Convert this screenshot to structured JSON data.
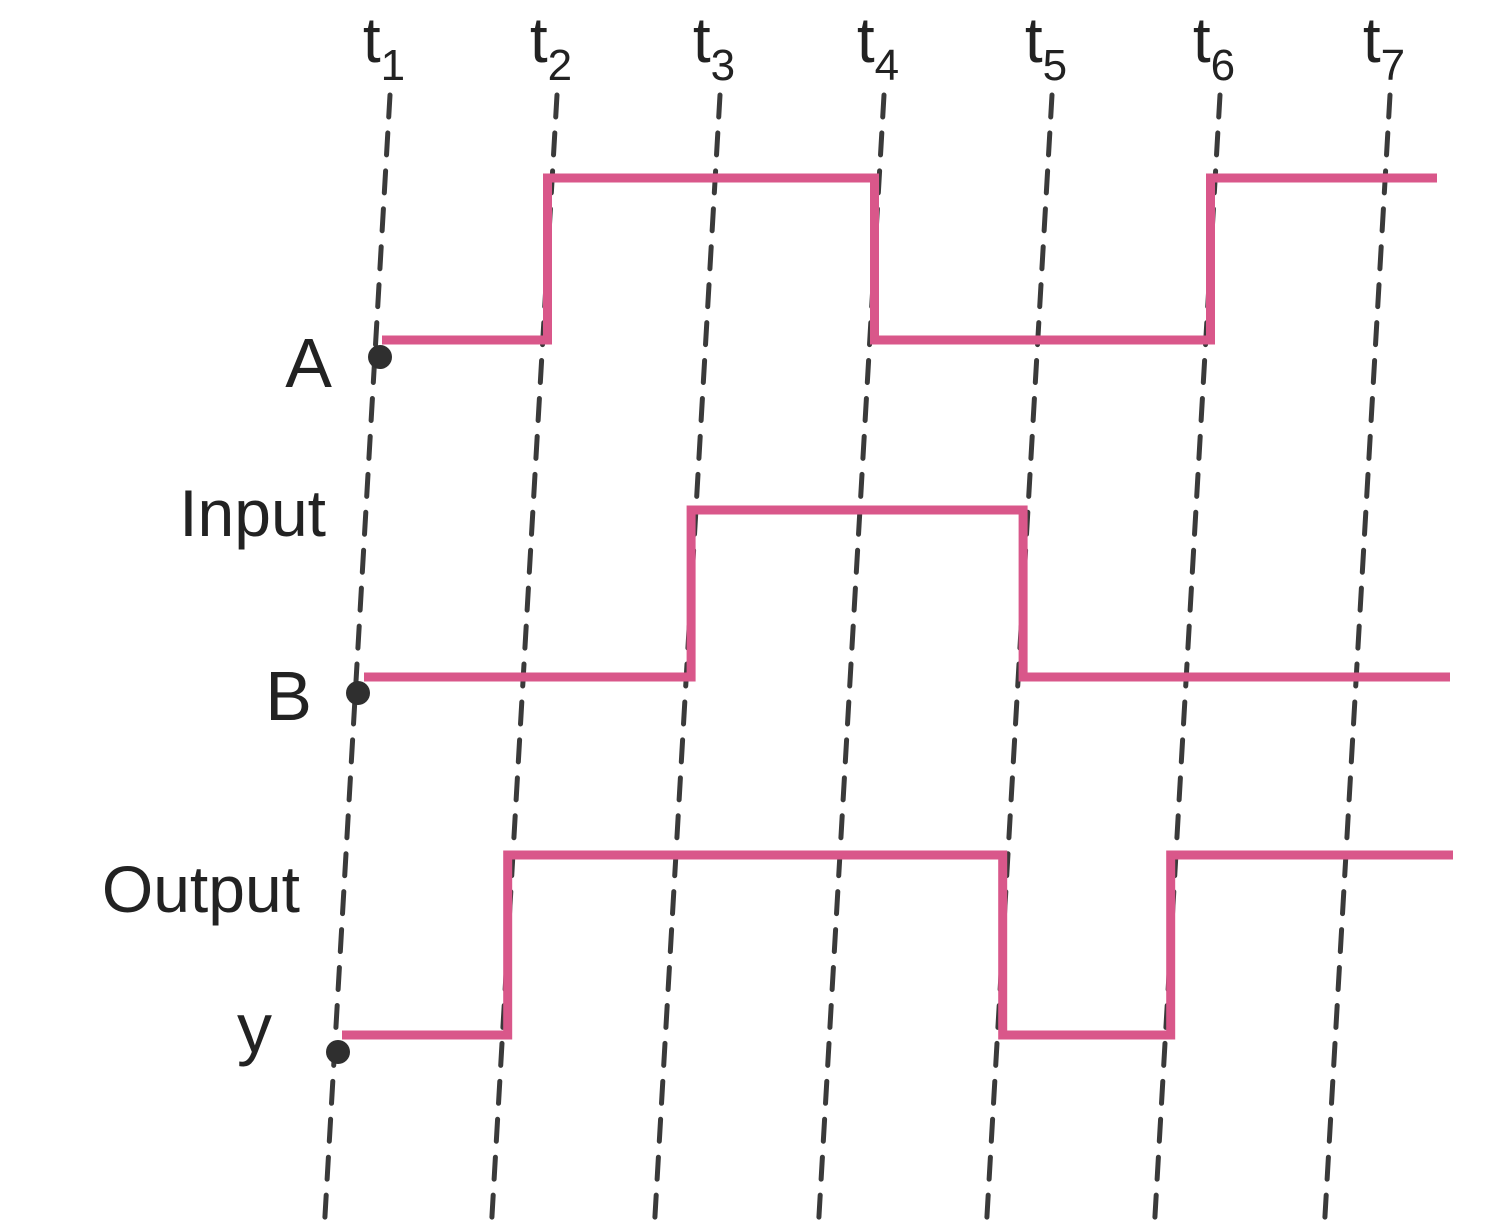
{
  "diagram": {
    "type": "timing-diagram",
    "time_markers": [
      {
        "base": "t",
        "sub": "1"
      },
      {
        "base": "t",
        "sub": "2"
      },
      {
        "base": "t",
        "sub": "3"
      },
      {
        "base": "t",
        "sub": "4"
      },
      {
        "base": "t",
        "sub": "5"
      },
      {
        "base": "t",
        "sub": "6"
      },
      {
        "base": "t",
        "sub": "7"
      }
    ],
    "signals": [
      {
        "name": "A",
        "levels": [
          0,
          1,
          1,
          0,
          0,
          1,
          1
        ]
      },
      {
        "name": "B",
        "levels": [
          0,
          0,
          1,
          1,
          0,
          0,
          0
        ]
      },
      {
        "name": "y",
        "levels": [
          0,
          1,
          1,
          1,
          0,
          1,
          1
        ]
      }
    ],
    "group_labels": {
      "input": "Input",
      "output": "Output"
    },
    "colors": {
      "waveform": "#d9578a",
      "dashed_lines": "#3a3a3a",
      "start_dot": "#2f2f2f",
      "text": "#222222"
    }
  }
}
